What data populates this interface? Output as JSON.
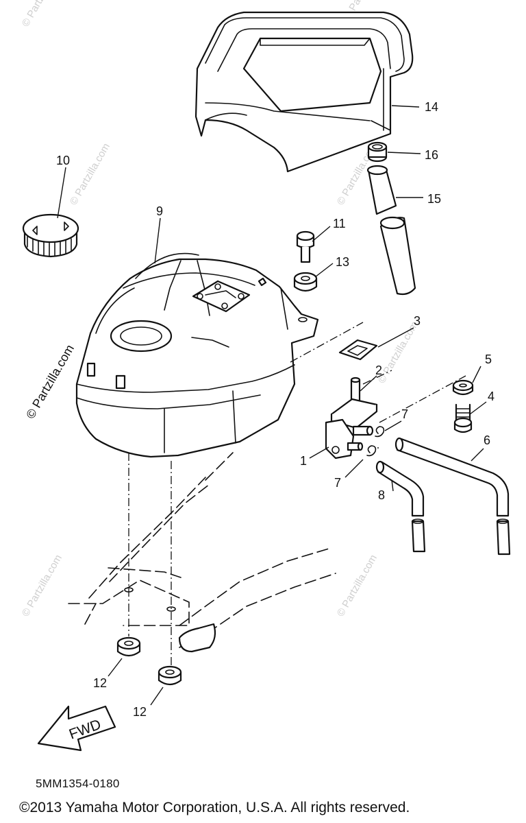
{
  "callouts": {
    "c1": "1",
    "c2": "2",
    "c3": "3",
    "c4": "4",
    "c5": "5",
    "c6": "6",
    "c7a": "7",
    "c7b": "7",
    "c8": "8",
    "c9": "9",
    "c10": "10",
    "c11": "11",
    "c12a": "12",
    "c12b": "12",
    "c13": "13",
    "c14": "14",
    "c15": "15",
    "c16": "16"
  },
  "fwd_label": "FWD",
  "part_code": "5MM1354-0180",
  "copyright": "©2013 Yamaha Motor Corporation, U.S.A. All rights reserved.",
  "watermark": "© Partzilla.com"
}
